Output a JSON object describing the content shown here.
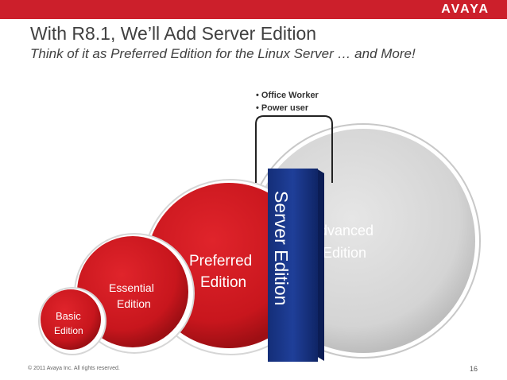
{
  "header": {
    "brand": "AVAYA",
    "title": "With R8.1, We’ll Add Server Edition",
    "subtitle": "Think of it as Preferred Edition for the Linux Server … and More!"
  },
  "bullets": [
    "• Office Worker",
    "• Power user"
  ],
  "editions": {
    "basic": [
      "Basic",
      "Edition"
    ],
    "essential": [
      "Essential",
      "Edition"
    ],
    "preferred": [
      "Preferred",
      "Edition"
    ],
    "advanced": [
      "dvanced",
      "Edition"
    ],
    "server": "Server Edition"
  },
  "footer": {
    "copyright": "© 2011 Avaya Inc. All rights reserved.",
    "page_number": "16"
  },
  "colors": {
    "brand_red": "#cc1f2b",
    "server_blue": "#1a3a8c",
    "advanced_grey": "#d9d9d9"
  }
}
